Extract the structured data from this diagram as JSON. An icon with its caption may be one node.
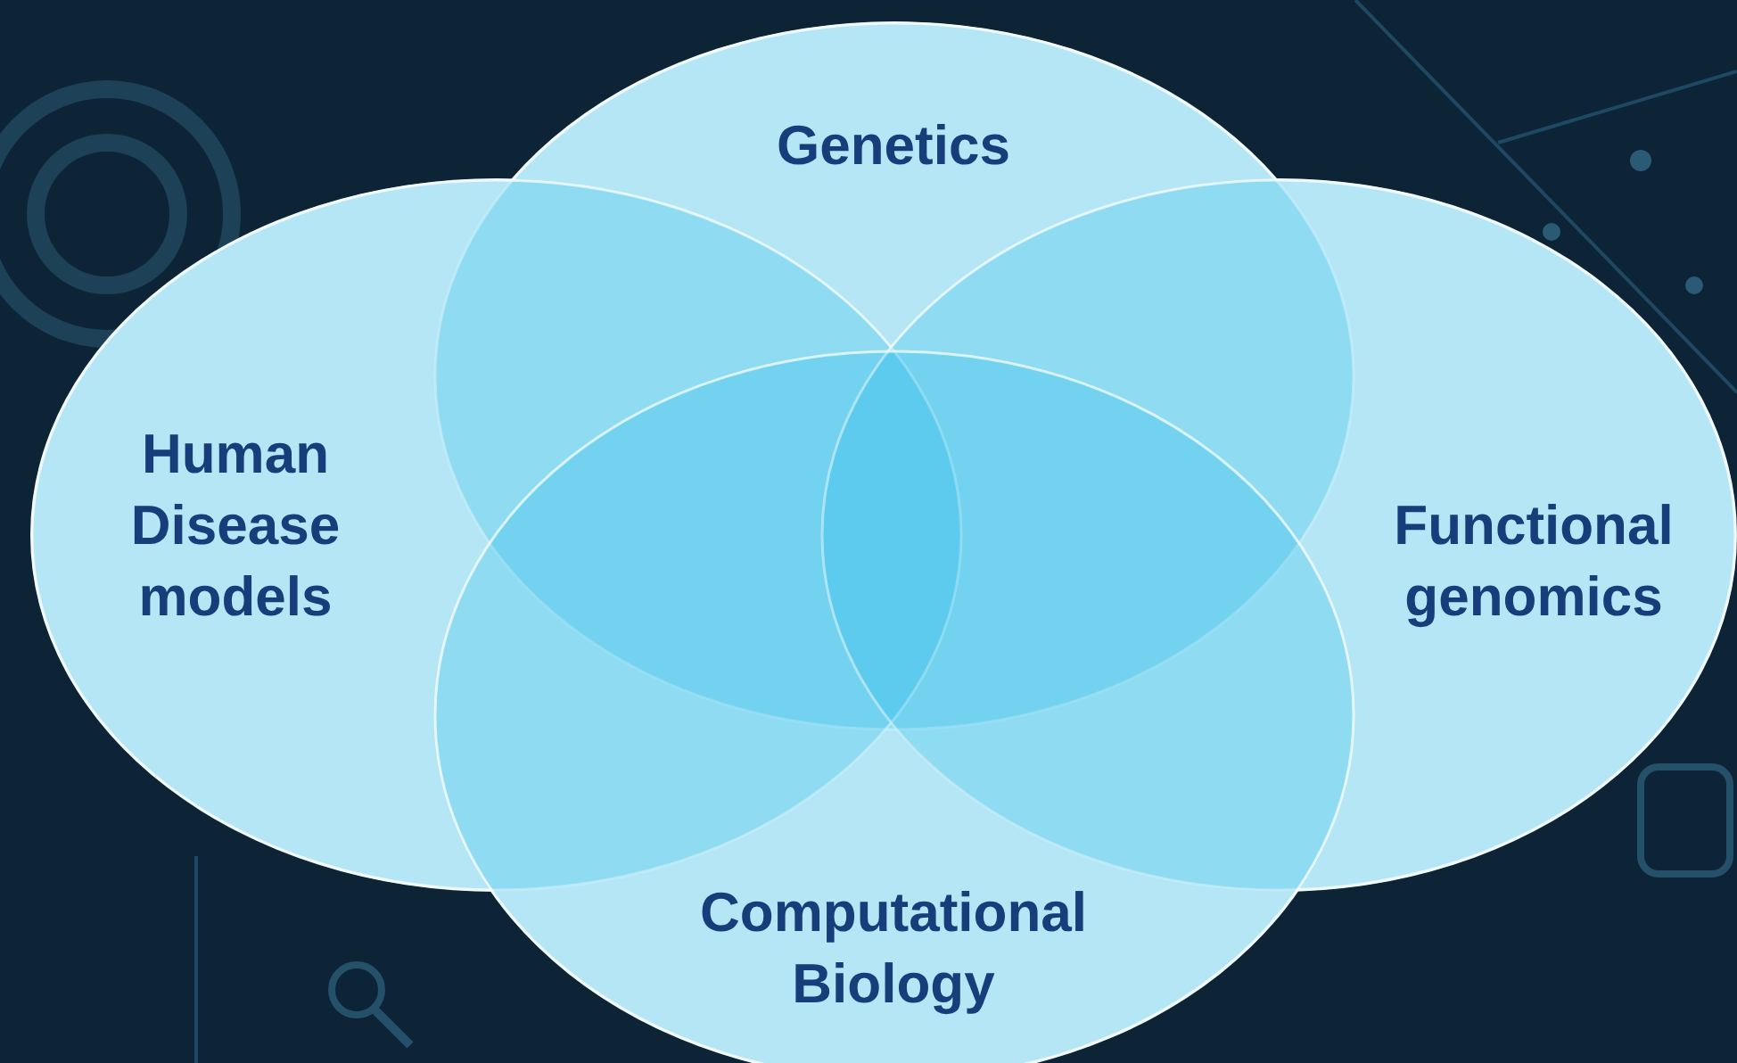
{
  "diagram": {
    "nodes": [
      {
        "text": [
          "Genetics"
        ]
      },
      {
        "text": [
          "Human Disease models"
        ]
      },
      {
        "text": [
          "Functional genomics"
        ]
      },
      {
        "text": [
          "Computational Biology"
        ]
      }
    ]
  }
}
